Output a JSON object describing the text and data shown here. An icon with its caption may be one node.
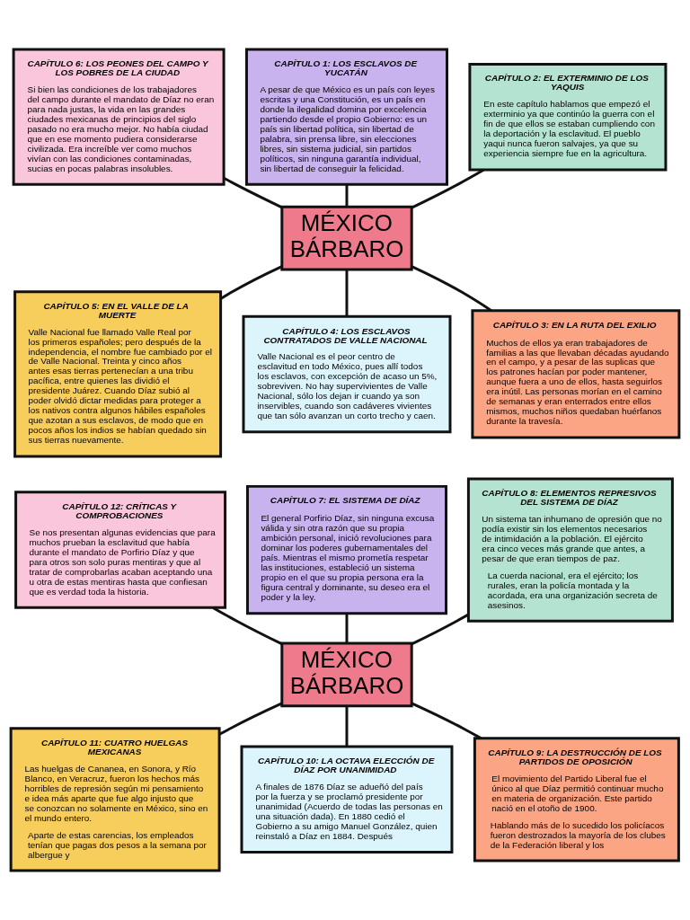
{
  "diagram": {
    "nodes": [
      {
        "text": [
          "CAPÍTULO 6: LOS PEONES DEL CAMPO Y LOS POBRES DE LA CIUDAD",
          "Si bien las condiciones de los trabajadores del campo durante el mandato de Díaz no eran para nada justas, la vida en las grandes ciudades mexicanas de principios del siglo pasado no era mucho mejor. No había ciudad que en ese momento pudiera considerarse civilizada. Era increíble ver como muchos vivían con las condiciones contaminadas, sucias en pocas palabras insolubles."
        ]
      },
      {
        "text": [
          "CAPÍTULO 1: LOS ESCLAVOS DE YUCATÁN",
          "A pesar de que México es un país con leyes escritas y una Constitución, es un país en donde la ilegalidad domina por excelencia partiendo desde el propio Gobierno: es un país sin libertad política, sin libertad de palabra, sin prensa libre, sin elecciones libres, sin sistema judicial, sin partidos políticos, sin ninguna garantía individual, sin libertad de conseguir la felicidad."
        ]
      },
      {
        "text": [
          "CAPÍTULO 2: EL EXTERMINIO DE LOS YAQUIS",
          "En este capítulo hablamos que empezó el exterminio ya que continúo la guerra con el fin de que ellos se estaban cumpliendo con la deportación y la esclavitud. El pueblo yaqui nunca fueron salvajes, ya que su experiencia siempre fue en la agricultura."
        ]
      },
      {
        "text": [
          "MÉXICO BÁRBARO"
        ]
      },
      {
        "text": [
          "CAPÍTULO 5: EN EL VALLE DE LA MUERTE",
          "Valle Nacional fue llamado Valle Real por los primeros españoles; pero después de la independencia, el nombre fue cambiado por el de Valle Nacional. Treinta y cinco años antes esas tierras pertenecían a una tribu pacífica, entre quienes las dividió el presidente Juárez. Cuando Díaz subió al poder olvidó dictar medidas para proteger a los nativos contra algunos hábiles españoles que azotan a sus esclavos, de modo que en pocos años los indios se habían quedado sin sus tierras nuevamente."
        ]
      },
      {
        "text": [
          "CAPÍTULO 4: LOS ESCLAVOS CONTRATADOS DE VALLE NACIONAL",
          "Valle Nacional es el peor centro de esclavitud en todo México, pues allí todos los esclavos, con excepción de acaso un 5%, sobreviven. No hay supervivientes de Valle Nacional, sólo los dejan ir cuando ya son inservibles, cuando son cadáveres vivientes que tan sólo avanzan un corto trecho y caen."
        ]
      },
      {
        "text": [
          "CAPÍTULO 3: EN LA RUTA DEL EXILIO",
          "Muchos de ellos ya eran trabajadores de familias a las que llevaban décadas ayudando en el campo, y a pesar de las suplicas que los patrones hacían por poder mantener, aunque fuera a uno de ellos, hasta seguirlos era inútil. Las personas morían en el camino de semanas y eran enterrados entre ellos mismos, muchos niños quedaban huérfanos durante la travesía."
        ]
      },
      {
        "text": [
          "CAPÍTULO 12: CRÍTICAS Y COMPROBACIONES",
          "Se nos presentan algunas evidencias que para muchos prueban la esclavitud que había durante el mandato de Porfirio Díaz y que para otros son solo puras mentiras y que al tratar de comprobarlas acaban aceptando una u otra de estas mentiras hasta que confiesan que es verdad toda la historia."
        ]
      },
      {
        "text": [
          "CAPÍTULO 7: EL SISTEMA DE DÍAZ",
          "El general Porfirio Díaz, sin ninguna excusa válida y sin otra razón que su propia ambición personal, inició revoluciones para dominar los poderes gubernamentales del país. Mientras el mismo prometía respetar las instituciones, estableció un sistema propio en el que su propia persona era la figura central y dominante, su deseo era el poder y la ley."
        ]
      },
      {
        "text": [
          "CAPÍTULO 8: ELEMENTOS REPRESIVOS DEL SISTEMA DE DÍAZ",
          "Un sistema tan inhumano de opresión que no podía existir sin los elementos necesarios de intimidación a la población. El ejército era cinco veces más grande que antes, a pesar de que eran tiempos de paz.",
          "La cuerda nacional, era el ejército; los rurales, eran la policía montada y la acordada, era una organización secreta de asesinos."
        ]
      },
      {
        "text": [
          "MÉXICO BÁRBARO"
        ]
      },
      {
        "text": [
          "CAPÍTULO 11: CUATRO HUELGAS MEXICANAS",
          "Las huelgas de Cananea, en Sonora, y Río Blanco, en Veracruz, fueron los hechos más horribles de represión según mi pensamiento e idea más aparte que fue algo injusto que se conozcan no solamente en México, sino en el mundo entero.",
          "Aparte de estas carencias, los empleados tenían que pagas dos pesos a la semana por albergue y"
        ]
      },
      {
        "text": [
          "CAPÍTULO 10: LA OCTAVA ELECCIÓN DE DÍAZ POR UNANIMIDAD",
          "A finales de 1876 Díaz se adueñó del país por la fuerza y se proclamó presidente por unanimidad (Acuerdo de todas las personas en una situación dada). En 1880 cedió el Gobierno a su amigo Manuel González, quien reinstaló a Díaz en 1884. Después"
        ]
      },
      {
        "text": [
          "CAPÍTULO 9: LA DESTRUCCIÓN DE LOS PARTIDOS DE OPOSICIÓN",
          "El movimiento del Partido Liberal fue el único al que Díaz permitió continuar mucho en materia de organización. Este partido nació en el otoño de 1900.",
          "Hablando más de lo sucedido los policíacos fueron destrozados la mayoría de los clubes de la Federación liberal y los"
        ]
      }
    ],
    "edges": [
      {
        "from": 0,
        "to": 3,
        "arrow": "none"
      },
      {
        "from": 1,
        "to": 3,
        "arrow": "none"
      },
      {
        "from": 2,
        "to": 3,
        "arrow": "none"
      },
      {
        "from": 3,
        "to": 4,
        "arrow": "none"
      },
      {
        "from": 3,
        "to": 5,
        "arrow": "none"
      },
      {
        "from": 3,
        "to": 6,
        "arrow": "none"
      },
      {
        "from": 7,
        "to": 10,
        "arrow": "none"
      },
      {
        "from": 8,
        "to": 10,
        "arrow": "none"
      },
      {
        "from": 9,
        "to": 10,
        "arrow": "none"
      },
      {
        "from": 10,
        "to": 11,
        "arrow": "none"
      },
      {
        "from": 10,
        "to": 12,
        "arrow": "none"
      },
      {
        "from": 10,
        "to": 13,
        "arrow": "none"
      }
    ]
  }
}
